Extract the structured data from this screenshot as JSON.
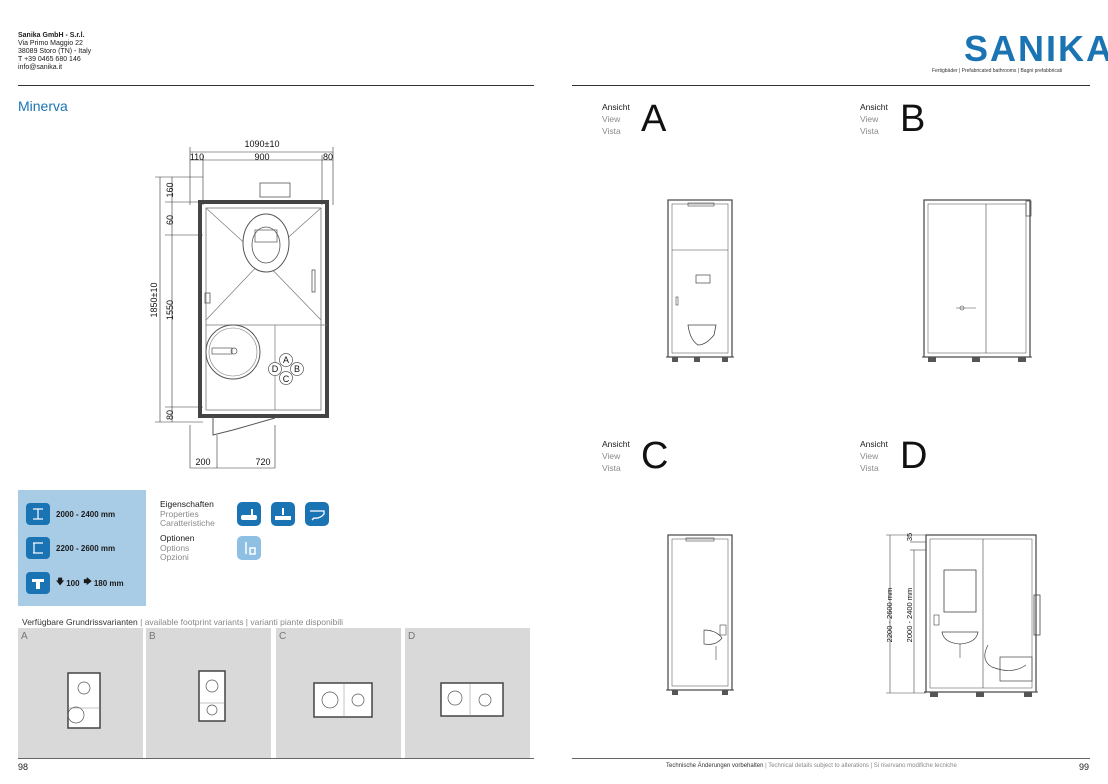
{
  "company": {
    "name": "Sanika GmbH - S.r.l.",
    "street": "Via Primo Maggio 22",
    "city": "38089 Storo (TN) - Italy",
    "phone": "T +39 0465 680 146",
    "email": "info@sanika.it"
  },
  "brand": {
    "logo_text": "SANIKA",
    "tagline": "Fertigbäder | Prefabricated bathrooms | Bagni prefabbricati",
    "color": "#1a74b4"
  },
  "product_title": "Minerva",
  "floor_plan": {
    "width_total": "1090±10",
    "width_left": "110",
    "width_mid": "900",
    "width_right": "80",
    "depth_total": "1850±10",
    "depth_top": "160",
    "depth_a": "60",
    "depth_b": "1550",
    "depth_bottom": "80",
    "bottom_left": "200",
    "bottom_right": "720",
    "compass": [
      "A",
      "B",
      "C",
      "D"
    ]
  },
  "specs": {
    "height_a": "2000 - 2400 mm",
    "height_b": "2200 - 2600 mm",
    "drain_down": "100",
    "drain_side": "180 mm"
  },
  "properties": {
    "de": "Eigenschaften",
    "en": "Properties",
    "it": "Caratteristiche"
  },
  "options": {
    "de": "Optionen",
    "en": "Options",
    "it": "Opzioni"
  },
  "variants": {
    "title_de": "Verfügbare Grundrissvarianten",
    "title_rest": " | available footprint variants | varianti piante disponibili",
    "labels": [
      "A",
      "B",
      "C",
      "D"
    ]
  },
  "views": {
    "label_de": "Ansicht",
    "label_en": "View",
    "label_it": "Vista",
    "letters": [
      "A",
      "B",
      "C",
      "D"
    ],
    "dim_outer": "2200 - 2600 mm",
    "dim_inner": "2000 - 2400 mm",
    "dim_top": "35"
  },
  "footer": {
    "page_left": "98",
    "page_right": "99",
    "note_de": "Technische Änderungen vorbehalten",
    "note_rest": " | Technical details subject to alterations | Si riservano modifiche tecniche"
  }
}
